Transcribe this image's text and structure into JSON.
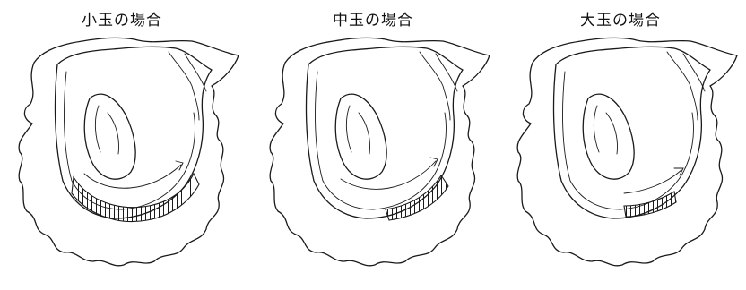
{
  "panels": [
    {
      "title": "小玉の場合"
    },
    {
      "title": "中玉の場合"
    },
    {
      "title": "大玉の場合"
    }
  ]
}
